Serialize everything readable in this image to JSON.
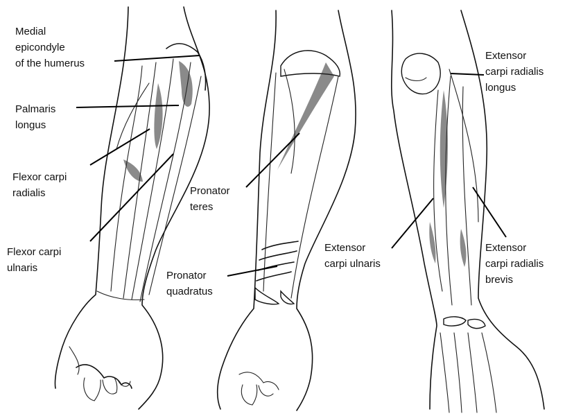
{
  "labels": {
    "medial_epicondyle": [
      "Medial",
      "epicondyle",
      "of the humerus"
    ],
    "palmaris_longus": [
      "Palmaris",
      "longus"
    ],
    "flexor_carpi_radialis": [
      "Flexor carpi",
      "radialis"
    ],
    "flexor_carpi_ulnaris": [
      "Flexor carpi",
      "ulnaris"
    ],
    "pronator_teres": [
      "Pronator",
      "teres"
    ],
    "pronator_quadratus": [
      "Pronator",
      "quadratus"
    ],
    "extensor_carpi_radialis_longus": [
      "Extensor",
      "carpi radialis",
      "longus"
    ],
    "extensor_carpi_ulnaris": [
      "Extensor",
      "carpi ulnaris"
    ],
    "extensor_carpi_radialis_brevis": [
      "Extensor",
      "carpi radialis",
      "brevis"
    ]
  }
}
